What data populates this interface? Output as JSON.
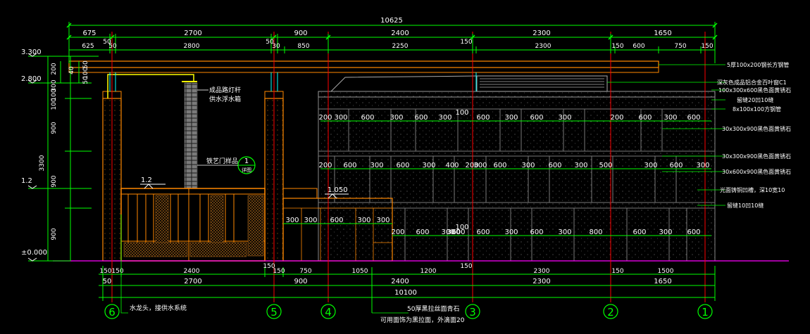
{
  "colors": {
    "background": "#000000",
    "dimension": "#00ff00",
    "wall": "#ff8800",
    "axis": "#ff0000",
    "text": "#ffffff",
    "yellow": "#ffff00",
    "cyan": "#00ffff",
    "gray": "#9a9a9a",
    "ground": "#ff00ff"
  },
  "top_dims": {
    "total": "10625",
    "row1": [
      "675",
      "2700",
      "900",
      "2400",
      "2300",
      "1650"
    ],
    "row2": [
      "625",
      "50",
      "50",
      "2800",
      "50",
      "30",
      "850",
      "2250",
      "150",
      "2300",
      "150",
      "600",
      "750",
      "150"
    ]
  },
  "bottom_dims": {
    "row1": [
      "150",
      "150",
      "2400",
      "150",
      "150",
      "750",
      "1050",
      "1200",
      "150",
      "2300",
      "150",
      "1500"
    ],
    "row2": [
      "50",
      "2700",
      "900",
      "2400",
      "2300",
      "1650"
    ],
    "total": "10100"
  },
  "elevations": [
    "3.300",
    "2.800",
    "1.2",
    "±0.000"
  ],
  "left_dims": [
    "200",
    "100",
    "300",
    "100",
    "900",
    "900",
    "900",
    "3300",
    "40",
    "50",
    "100",
    "50"
  ],
  "axis_labels": [
    "6",
    "5",
    "4",
    "3",
    "2",
    "1"
  ],
  "wall_dims": {
    "row1": [
      "200",
      "300",
      "600",
      "300",
      "600",
      "300",
      "100",
      "600",
      "300",
      "600",
      "300",
      "200",
      "600",
      "300",
      "600"
    ],
    "row2": [
      "200",
      "600",
      "300",
      "600",
      "300",
      "400",
      "200",
      "300",
      "600",
      "300",
      "600",
      "300",
      "500",
      "300",
      "600",
      "300"
    ],
    "row3": [
      "200",
      "600",
      "300",
      "600",
      "300",
      "100",
      "600",
      "300",
      "600",
      "300",
      "800",
      "600",
      "300",
      "600"
    ],
    "planter": [
      "300",
      "300",
      "600",
      "300",
      "300"
    ]
  },
  "level_marks": {
    "gate": "1.2",
    "planter": "1.050"
  },
  "left_notes": [
    "成品路灯杆",
    "供水浮水箱",
    "铁艺门样品"
  ],
  "detail_mark": {
    "number": "1",
    "sheet": "详图"
  },
  "right_notes": [
    "5厚100x200钢长方钢管",
    "深灰色成品铝合金百叶窗C1",
    "100x300x600黑色面黄锈石",
    "留缝20凹10缝",
    "8x100x100方钢管",
    "30x300x900黑色面黄锈石",
    "30x300x900黑色面黄锈石",
    "30x600x900黑色面黄锈石",
    "光面铸铜凹槽，深10宽10",
    "留缝10凹10缝"
  ],
  "bottom_notes": [
    "水龙头，接供水系统",
    "50厚黑拉丝面青石",
    "可用面饰为黑拉面，外滴面20"
  ]
}
